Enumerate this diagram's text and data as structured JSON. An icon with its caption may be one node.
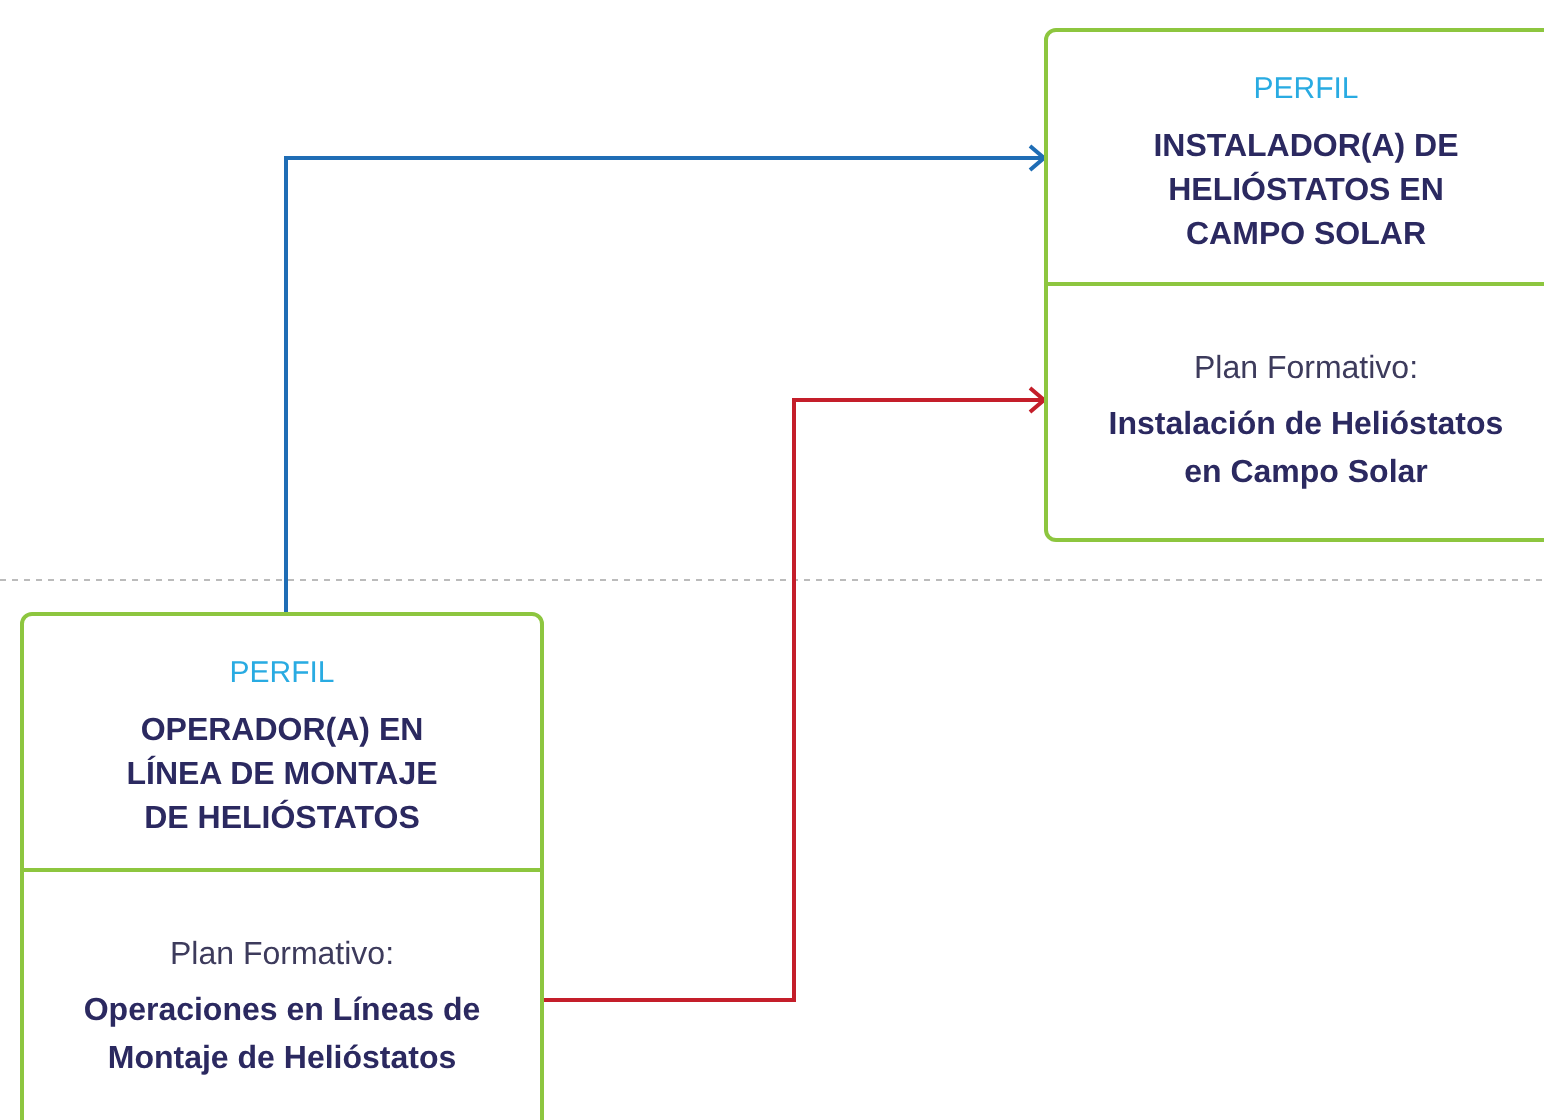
{
  "diagram": {
    "nodes": [
      {
        "text": [
          "PERFIL",
          "INSTALADOR(A) DE HELIÓSTATOS EN CAMPO SOLAR"
        ]
      },
      {
        "text": [
          "Plan Formativo:",
          "Instalación de Helióstatos en Campo Solar"
        ]
      },
      {
        "text": [
          "PERFIL",
          "OPERADOR(A) EN LÍNEA DE MONTAJE DE HELIÓSTATOS"
        ]
      },
      {
        "text": [
          "Plan Formativo:",
          "Operaciones en Líneas de Montaje de Helióstatos"
        ]
      }
    ],
    "edges": [
      {
        "from": 2,
        "to": 0,
        "arrow": "to",
        "color": "#1f6db5"
      },
      {
        "from": 3,
        "to": 1,
        "arrow": "to",
        "color": "#c41e2a"
      }
    ]
  }
}
